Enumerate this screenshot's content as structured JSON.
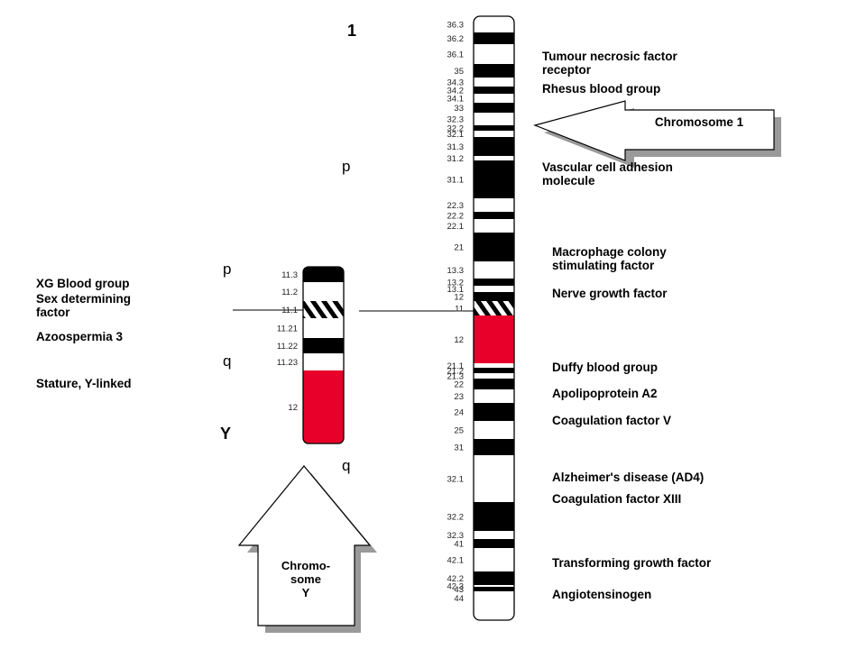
{
  "colors": {
    "black": "#000000",
    "red": "#e8002a",
    "white": "#ffffff",
    "shadow": "#9a9a9a"
  },
  "chromosome1": {
    "number": "1",
    "arm_p": "p",
    "arm_q": "q",
    "bands": [
      {
        "name": "36.3",
        "stain": "white"
      },
      {
        "name": "36.2",
        "stain": "black"
      },
      {
        "name": "36.1",
        "stain": "white"
      },
      {
        "name": "35",
        "stain": "black"
      },
      {
        "name": "34.3",
        "stain": "white"
      },
      {
        "name": "34.2",
        "stain": "black"
      },
      {
        "name": "34.1",
        "stain": "white"
      },
      {
        "name": "33",
        "stain": "black"
      },
      {
        "name": "32.3",
        "stain": "white"
      },
      {
        "name": "32.2",
        "stain": "black"
      },
      {
        "name": "32.1",
        "stain": "white"
      },
      {
        "name": "31.3",
        "stain": "black"
      },
      {
        "name": "31.2",
        "stain": "white"
      },
      {
        "name": "31.1",
        "stain": "black"
      },
      {
        "name": "22.3",
        "stain": "white"
      },
      {
        "name": "22.2",
        "stain": "black"
      },
      {
        "name": "22.1",
        "stain": "white"
      },
      {
        "name": "21",
        "stain": "black"
      },
      {
        "name": "13.3",
        "stain": "white"
      },
      {
        "name": "13.2",
        "stain": "black"
      },
      {
        "name": "13.1",
        "stain": "white"
      },
      {
        "name": "12",
        "stain": "black"
      },
      {
        "name": "11",
        "stain": "centromere"
      },
      {
        "name": "12",
        "stain": "red"
      },
      {
        "name": "21.1",
        "stain": "white"
      },
      {
        "name": "21.2",
        "stain": "black"
      },
      {
        "name": "21.3",
        "stain": "white"
      },
      {
        "name": "22",
        "stain": "black"
      },
      {
        "name": "23",
        "stain": "white"
      },
      {
        "name": "24",
        "stain": "black"
      },
      {
        "name": "25",
        "stain": "white"
      },
      {
        "name": "31",
        "stain": "black"
      },
      {
        "name": "32.1",
        "stain": "white"
      },
      {
        "name": "32.2",
        "stain": "black"
      },
      {
        "name": "32.3",
        "stain": "white"
      },
      {
        "name": "41",
        "stain": "black"
      },
      {
        "name": "42.1",
        "stain": "white"
      },
      {
        "name": "42.2",
        "stain": "black"
      },
      {
        "name": "42.3",
        "stain": "white"
      },
      {
        "name": "43",
        "stain": "black"
      },
      {
        "name": "44",
        "stain": "white"
      }
    ],
    "genes": [
      "Tumour necrosic factor\nreceptor",
      "Rhesus blood group",
      "Vascular cell adhesion\nmolecule",
      "Macrophage colony\nstimulating factor",
      "Nerve growth factor",
      "Duffy blood group",
      "Apolipoprotein A2",
      "Coagulation factor V",
      "Alzheimer's disease (AD4)",
      "Coagulation factor XIII",
      "Transforming growth factor",
      "Angiotensinogen"
    ],
    "arrow_label": "Chromosome 1"
  },
  "chromosomeY": {
    "name": "Y",
    "arm_p": "p",
    "arm_q": "q",
    "bands": [
      {
        "name": "11.3",
        "stain": "black"
      },
      {
        "name": "11.2",
        "stain": "white"
      },
      {
        "name": "11.1",
        "stain": "centromere"
      },
      {
        "name": "11.21",
        "stain": "white"
      },
      {
        "name": "11.22",
        "stain": "black"
      },
      {
        "name": "11.23",
        "stain": "white"
      },
      {
        "name": "12",
        "stain": "red"
      }
    ],
    "genes": [
      "XG Blood group",
      "Sex determining\nfactor",
      "Azoospermia 3",
      "Stature, Y-linked"
    ],
    "arrow_label": "Chromo-\nsome\nY"
  }
}
